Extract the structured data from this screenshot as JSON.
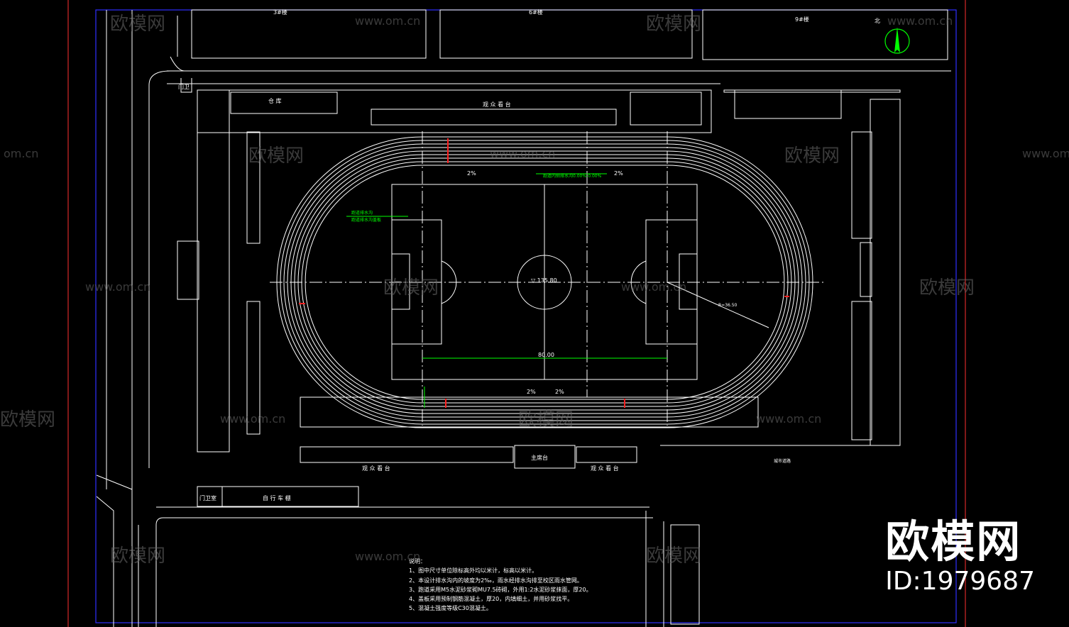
{
  "colors": {
    "background": "#000000",
    "line": "#ffffff",
    "annotation": "#00ff00",
    "frame_outer": "#ff3030",
    "frame_inner": "#3030ff",
    "track_marker": "#ff2020",
    "watermark": "#6b6b6b"
  },
  "buildings": {
    "top_left": "3#楼",
    "top_middle": "6#楼",
    "top_right": "9#楼"
  },
  "labels": {
    "north_arrow": "北",
    "gate_top": "门卫",
    "shed_top": "仓   库",
    "stand_top": "观 众 看 台",
    "stand_bottom_left": "观 众 看 台",
    "main_stand": "主席台",
    "stand_bottom_right": "观 众 看 台",
    "gate_bottom": "门卫室",
    "bike_shed": "自  行  车  棚",
    "elevation": "▽ 135.80",
    "slope": "2%",
    "dim_field_width": "80.00",
    "radius": "R=36.50",
    "note_green_a": "跑道排水沟",
    "note_green_b": "跑道排水沟盖板",
    "note_top": "跑道内侧排水沟0.00%-0.00%",
    "right_street": "城市道路"
  },
  "notes": {
    "title": "说明：",
    "items": [
      "1、图中尺寸单位除标高外均以米计，标高以米计。",
      "2、本设计排水沟内的坡度为2‰，雨水经排水沟排至校区雨水管网。",
      "3、跑道采用M5水泥砂浆砌MU7.5砖砌，外用1:2水泥砂浆抹面，厚20。",
      "4、盖板采用预制钢筋混凝土，厚20，内填细土，并用砂浆找平。",
      "5、混凝土强度等级C30混凝土。"
    ]
  },
  "watermarks": {
    "brand": "欧模网",
    "url": "www.om.cn",
    "url_short": "om.cn"
  },
  "brand": {
    "logo": "欧模网",
    "id": "ID:1979687"
  }
}
